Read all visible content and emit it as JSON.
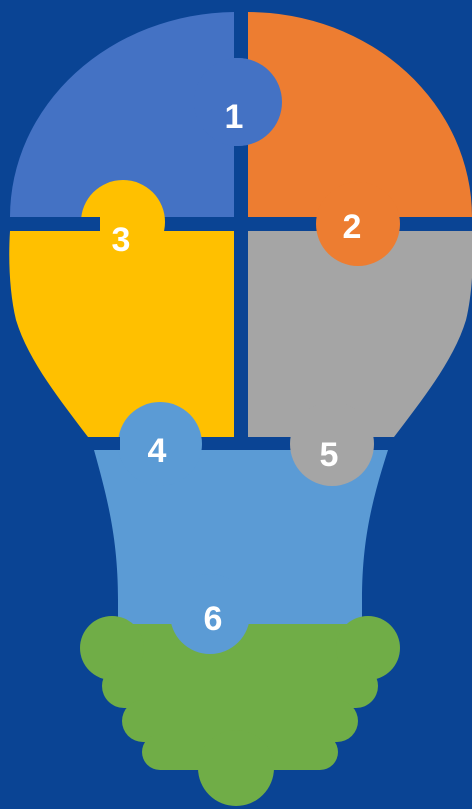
{
  "colors": {
    "background": "#0a4494",
    "piece_1": "#4472c4",
    "piece_2": "#ed7d31",
    "piece_3": "#ffc000",
    "piece_4": "#a5a5a5",
    "piece_5": "#5b9bd5",
    "piece_6": "#70ad47"
  },
  "pieces": [
    {
      "number": "1",
      "color": "#4472c4"
    },
    {
      "number": "2",
      "color": "#ed7d31"
    },
    {
      "number": "3",
      "color": "#ffc000"
    },
    {
      "number": "4",
      "color": "#5b9bd5"
    },
    {
      "number": "5",
      "color": "#a5a5a5"
    },
    {
      "number": "6",
      "color": "#70ad47"
    }
  ]
}
